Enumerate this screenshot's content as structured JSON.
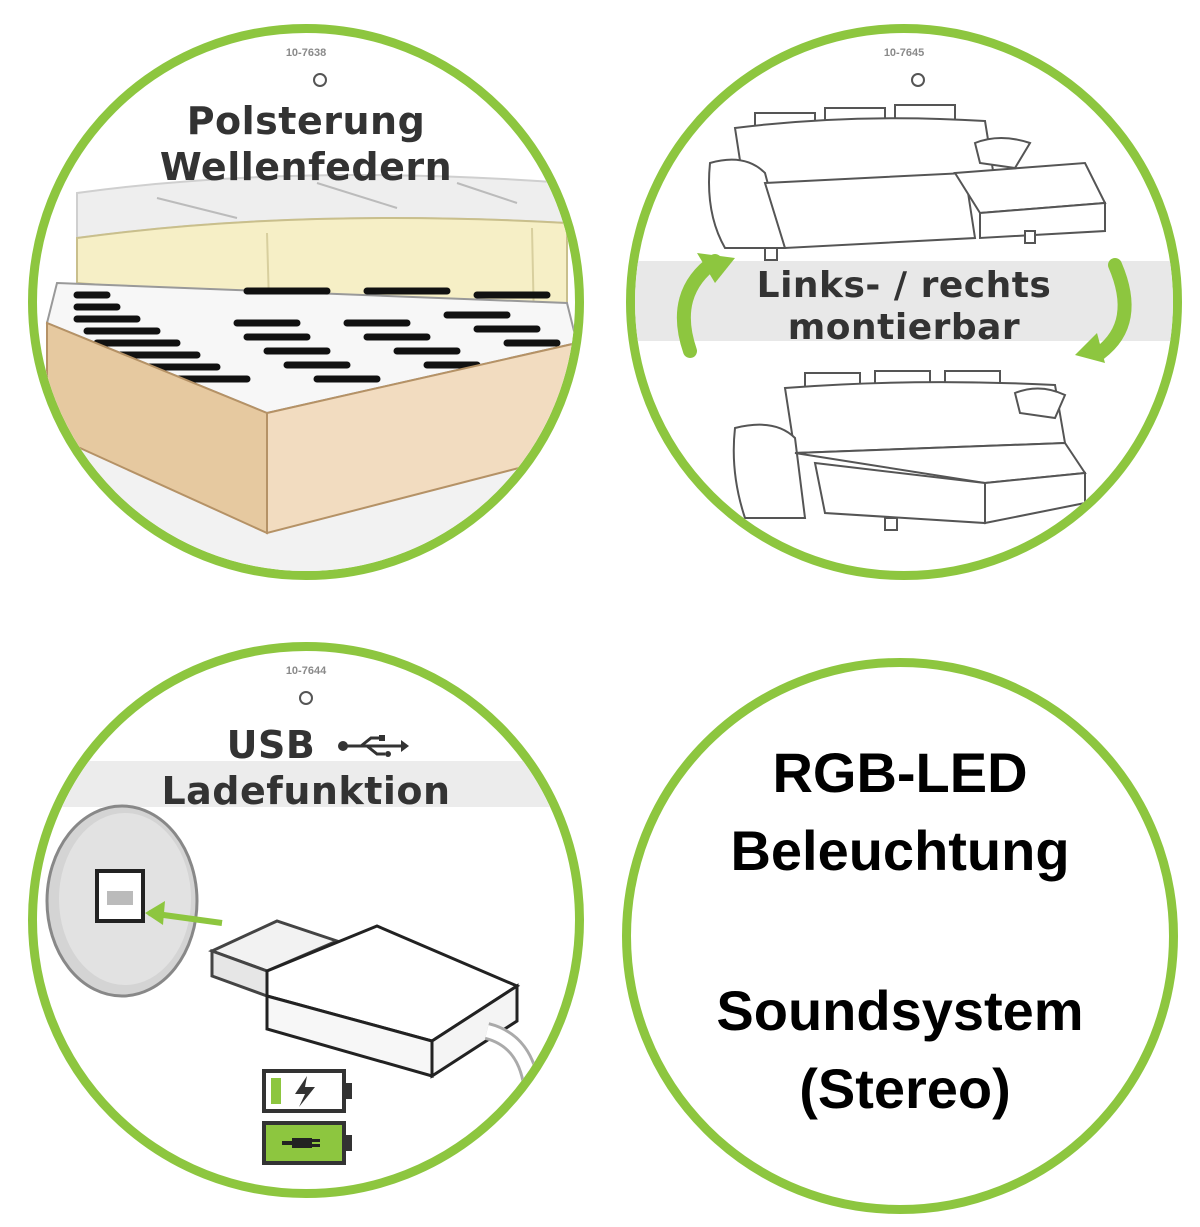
{
  "badges": [
    {
      "code": "10-7638",
      "line1": "Polsterung",
      "line2": "Wellenfedern"
    },
    {
      "code": "10-7645",
      "line1": "Links- / rechts",
      "line2": "montierbar"
    },
    {
      "code": "10-7644",
      "line1": "USB",
      "line2": "Ladefunktion",
      "usb_symbol": "usb-icon"
    },
    {
      "line1": "RGB-LED",
      "line2": "Beleuchtung",
      "line3": "Soundsystem",
      "line4": "(Stereo)"
    }
  ],
  "colors": {
    "ring": "#8dc63f",
    "text_dark": "#333333",
    "text_black": "#000000"
  }
}
